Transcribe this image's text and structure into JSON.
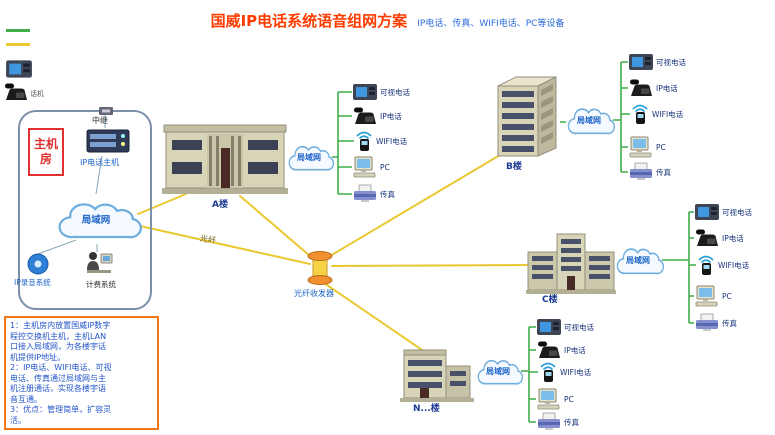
{
  "title": {
    "main": "国威IP电话系统语音组网方案",
    "sub": "IP电话、传真、WIFI电话、PC等设备"
  },
  "legend": {
    "phone_label": "话机"
  },
  "machine_room": {
    "name_line1": "主机",
    "name_line2": "房",
    "trunk_label": "中继",
    "host_label": "IP电话主机",
    "lan_label": "局域网",
    "recording_label": "IP录音系统",
    "billing_label": "计费系统"
  },
  "links": {
    "fiber_label": "光纤",
    "transceiver_label": "光纤收发器"
  },
  "buildings": {
    "a": {
      "label": "A楼",
      "lan_label": "局域网"
    },
    "b": {
      "label": "B楼",
      "lan_label": "局域网"
    },
    "c": {
      "label": "C楼",
      "lan_label": "局域网"
    },
    "n": {
      "label": "N...楼",
      "lan_label": "局域网"
    }
  },
  "device_labels": {
    "videophone": "可视电话",
    "ip_phone": "IP电话",
    "wifi_phone": "WIFI电话",
    "pc": "PC",
    "fax": "传真"
  },
  "notes": {
    "text": "1：主机房内放置国威IP数字\n程控交换机主机，主机LAN\n口接入局域网，为各楼宇话\n机提供IP地址。\n2：IP电话、WIFI电话、可视\n电话、传真通过局域网与主\n机注册通话，实现各楼宇语\n音互通。\n3：优点：管理简单，扩容灵\n活。"
  },
  "colors": {
    "lan_line": "#3fae49",
    "fiber_line": "#e9c832",
    "title": "#ff3c00",
    "subtitle": "#2b6bd8",
    "note_border": "#f07818",
    "note_text": "#2456c8"
  }
}
